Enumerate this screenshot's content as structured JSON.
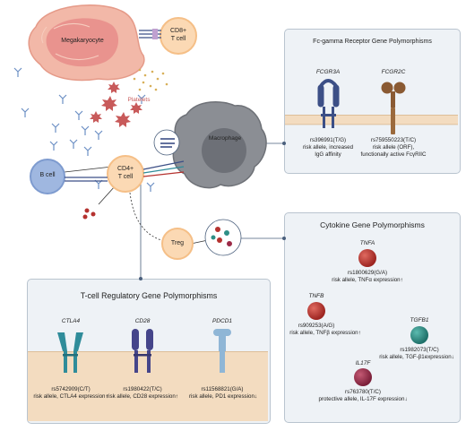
{
  "cells": {
    "megakaryocyte": "Megakaryocyte",
    "cd8_line1": "CD8+",
    "cd8_line2": "T cell",
    "platelets": "Platelets",
    "macrophage": "Macrophage",
    "b_cell": "B cell",
    "cd4_line1": "CD4+",
    "cd4_line2": "T cell",
    "treg": "Treg"
  },
  "fc_panel": {
    "title": "Fc-gamma Receptor Gene Polymorphisms",
    "items": [
      {
        "gene": "FCGR3A",
        "snp": "rs396991(T/G)",
        "desc1": "risk allele, increased",
        "desc2": "IgG affinity"
      },
      {
        "gene": "FCGR2C",
        "snp": "rs759550223(T/C)",
        "desc1": "risk allele (ORF),",
        "desc2": "functionally active FcγRIIC"
      }
    ]
  },
  "cytokine_panel": {
    "title": "Cytokine Gene Polymorphisms",
    "items": [
      {
        "gene": "TNFA",
        "snp": "rs1800629(G/A)",
        "desc": "risk allele, TNFα expression",
        "arrow": "↑"
      },
      {
        "gene": "TNFB",
        "snp": "rs909253(A/G)",
        "desc": "risk allele, TNFβ expression",
        "arrow": "↑"
      },
      {
        "gene": "TGFB1",
        "snp": "rs1982073(T/C)",
        "desc": "risk allele, TGF-β1expression",
        "arrow": "↓"
      },
      {
        "gene": "IL17F",
        "snp": "rs763780(T/C)",
        "desc": "protective allele, IL-17F expression",
        "arrow": "↓"
      }
    ]
  },
  "tcell_panel": {
    "title": "T-cell Regulatory Gene Polymorphisms",
    "items": [
      {
        "gene": "CTLA4",
        "snp": "rs5742909(C/T)",
        "desc": "risk allele, CTLA4 expression",
        "arrow": "↑"
      },
      {
        "gene": "CD28",
        "snp": "rs1980422(T/C)",
        "desc": "risk allele, CD28 expression",
        "arrow": "↑"
      },
      {
        "gene": "PDCD1",
        "snp": "rs11568821(G/A)",
        "desc": "risk allele, PD1 expression",
        "arrow": "↓"
      }
    ]
  },
  "colors": {
    "panel_bg": "#eef2f6",
    "membrane": "#f3dcc0",
    "fcgr3a": "#3c4f86",
    "fcgr2c": "#8a5a33",
    "ctla4": "#2f8c9a",
    "cd28": "#45458a",
    "pdcd1": "#8fb6d6",
    "tnfa": "#b5322f",
    "tgfb1": "#2e8f86",
    "il17f": "#9c2a47"
  }
}
